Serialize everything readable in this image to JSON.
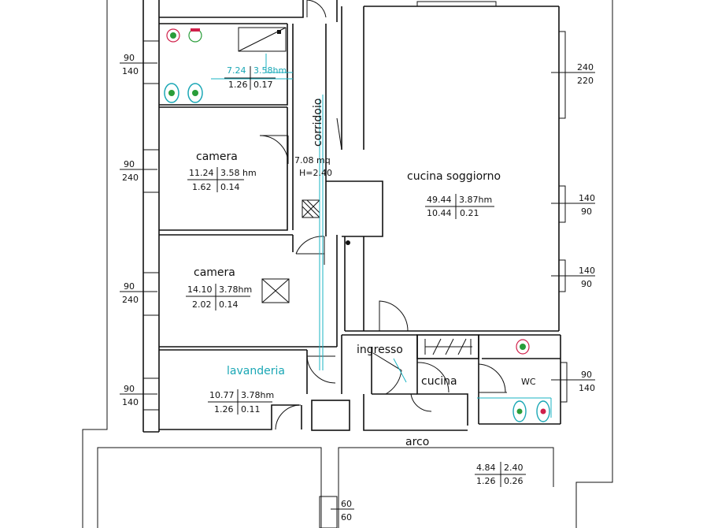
{
  "rooms": {
    "bath_upper": {
      "area": "7.24",
      "height": "3.58hm",
      "value_a": "1.26",
      "value_b": "0.17"
    },
    "corridoio": {
      "label": "corridoio",
      "area": "7.08 mq",
      "height": "H=2.40"
    },
    "camera_1": {
      "label": "camera",
      "area": "11.24",
      "height": "3.58 hm",
      "value_a": "1.62",
      "value_b": "0.14"
    },
    "camera_2": {
      "label": "camera",
      "area": "14.10",
      "height": "3.78hm",
      "value_a": "2.02",
      "value_b": "0.14"
    },
    "lavanderia": {
      "label": "lavanderia",
      "area": "10.77",
      "height": "3.78hm",
      "value_a": "1.26",
      "value_b": "0.11"
    },
    "cucina": {
      "label": "cucina soggiorno",
      "area": "49.44",
      "height": "3.87hm",
      "value_a": "10.44",
      "value_b": "0.21"
    },
    "ingresso": {
      "label": "ingresso"
    },
    "cucina_small": {
      "label": "cucina"
    },
    "wc": {
      "label": "WC"
    },
    "arco": {
      "label": "arco"
    },
    "lower_right": {
      "area": "4.84",
      "height": "2.40",
      "value_a": "1.26",
      "value_b": "0.26"
    }
  },
  "windows_left": [
    {
      "top": "90",
      "bottom": "140"
    },
    {
      "top": "90",
      "bottom": "240"
    },
    {
      "top": "90",
      "bottom": "240"
    },
    {
      "top": "90",
      "bottom": "140"
    }
  ],
  "windows_right": [
    {
      "top": "240",
      "bottom": "220"
    },
    {
      "top": "140",
      "bottom": "90"
    },
    {
      "top": "140",
      "bottom": "90"
    },
    {
      "top": "90",
      "bottom": "140"
    }
  ],
  "window_bottom": {
    "top": "60",
    "bottom": "60"
  },
  "colors": {
    "walls": "#111111",
    "annotation": "#1aa7b5",
    "fixtures": "#2a9d3a"
  }
}
